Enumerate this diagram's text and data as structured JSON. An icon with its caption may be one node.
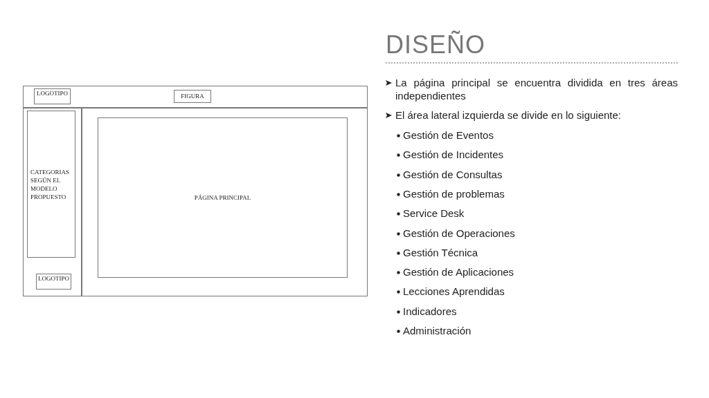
{
  "diagram": {
    "title": "DISEÑO",
    "nodes": [
      {
        "text": [],
        "shape": "box"
      },
      {
        "text": [
          "LOGOTIPO"
        ],
        "in": 0
      },
      {
        "text": [
          "FIGURA"
        ],
        "in": 0
      },
      {
        "text": [
          "CATEGORIAS SEGÚN EL MODELO PROPUESTO"
        ],
        "in": 0
      },
      {
        "text": [
          "PÁGINA PRINCIPAL"
        ],
        "in": 0
      },
      {
        "text": [
          "LOGOTIPO"
        ],
        "in": 0
      }
    ],
    "edges": [],
    "labels": [
      "La página principal se encuentra dividida en tres áreas independientes",
      "El área lateral izquierda se divide en lo siguiente:",
      "Gestión de  Eventos",
      "Gestión de Incidentes",
      "Gestión de Consultas",
      "Gestión de problemas",
      "Service Desk",
      "Gestión de Operaciones",
      "Gestión Técnica",
      "Gestión de Aplicaciones",
      "Lecciones Aprendidas",
      "Indicadores",
      "Administración"
    ]
  }
}
